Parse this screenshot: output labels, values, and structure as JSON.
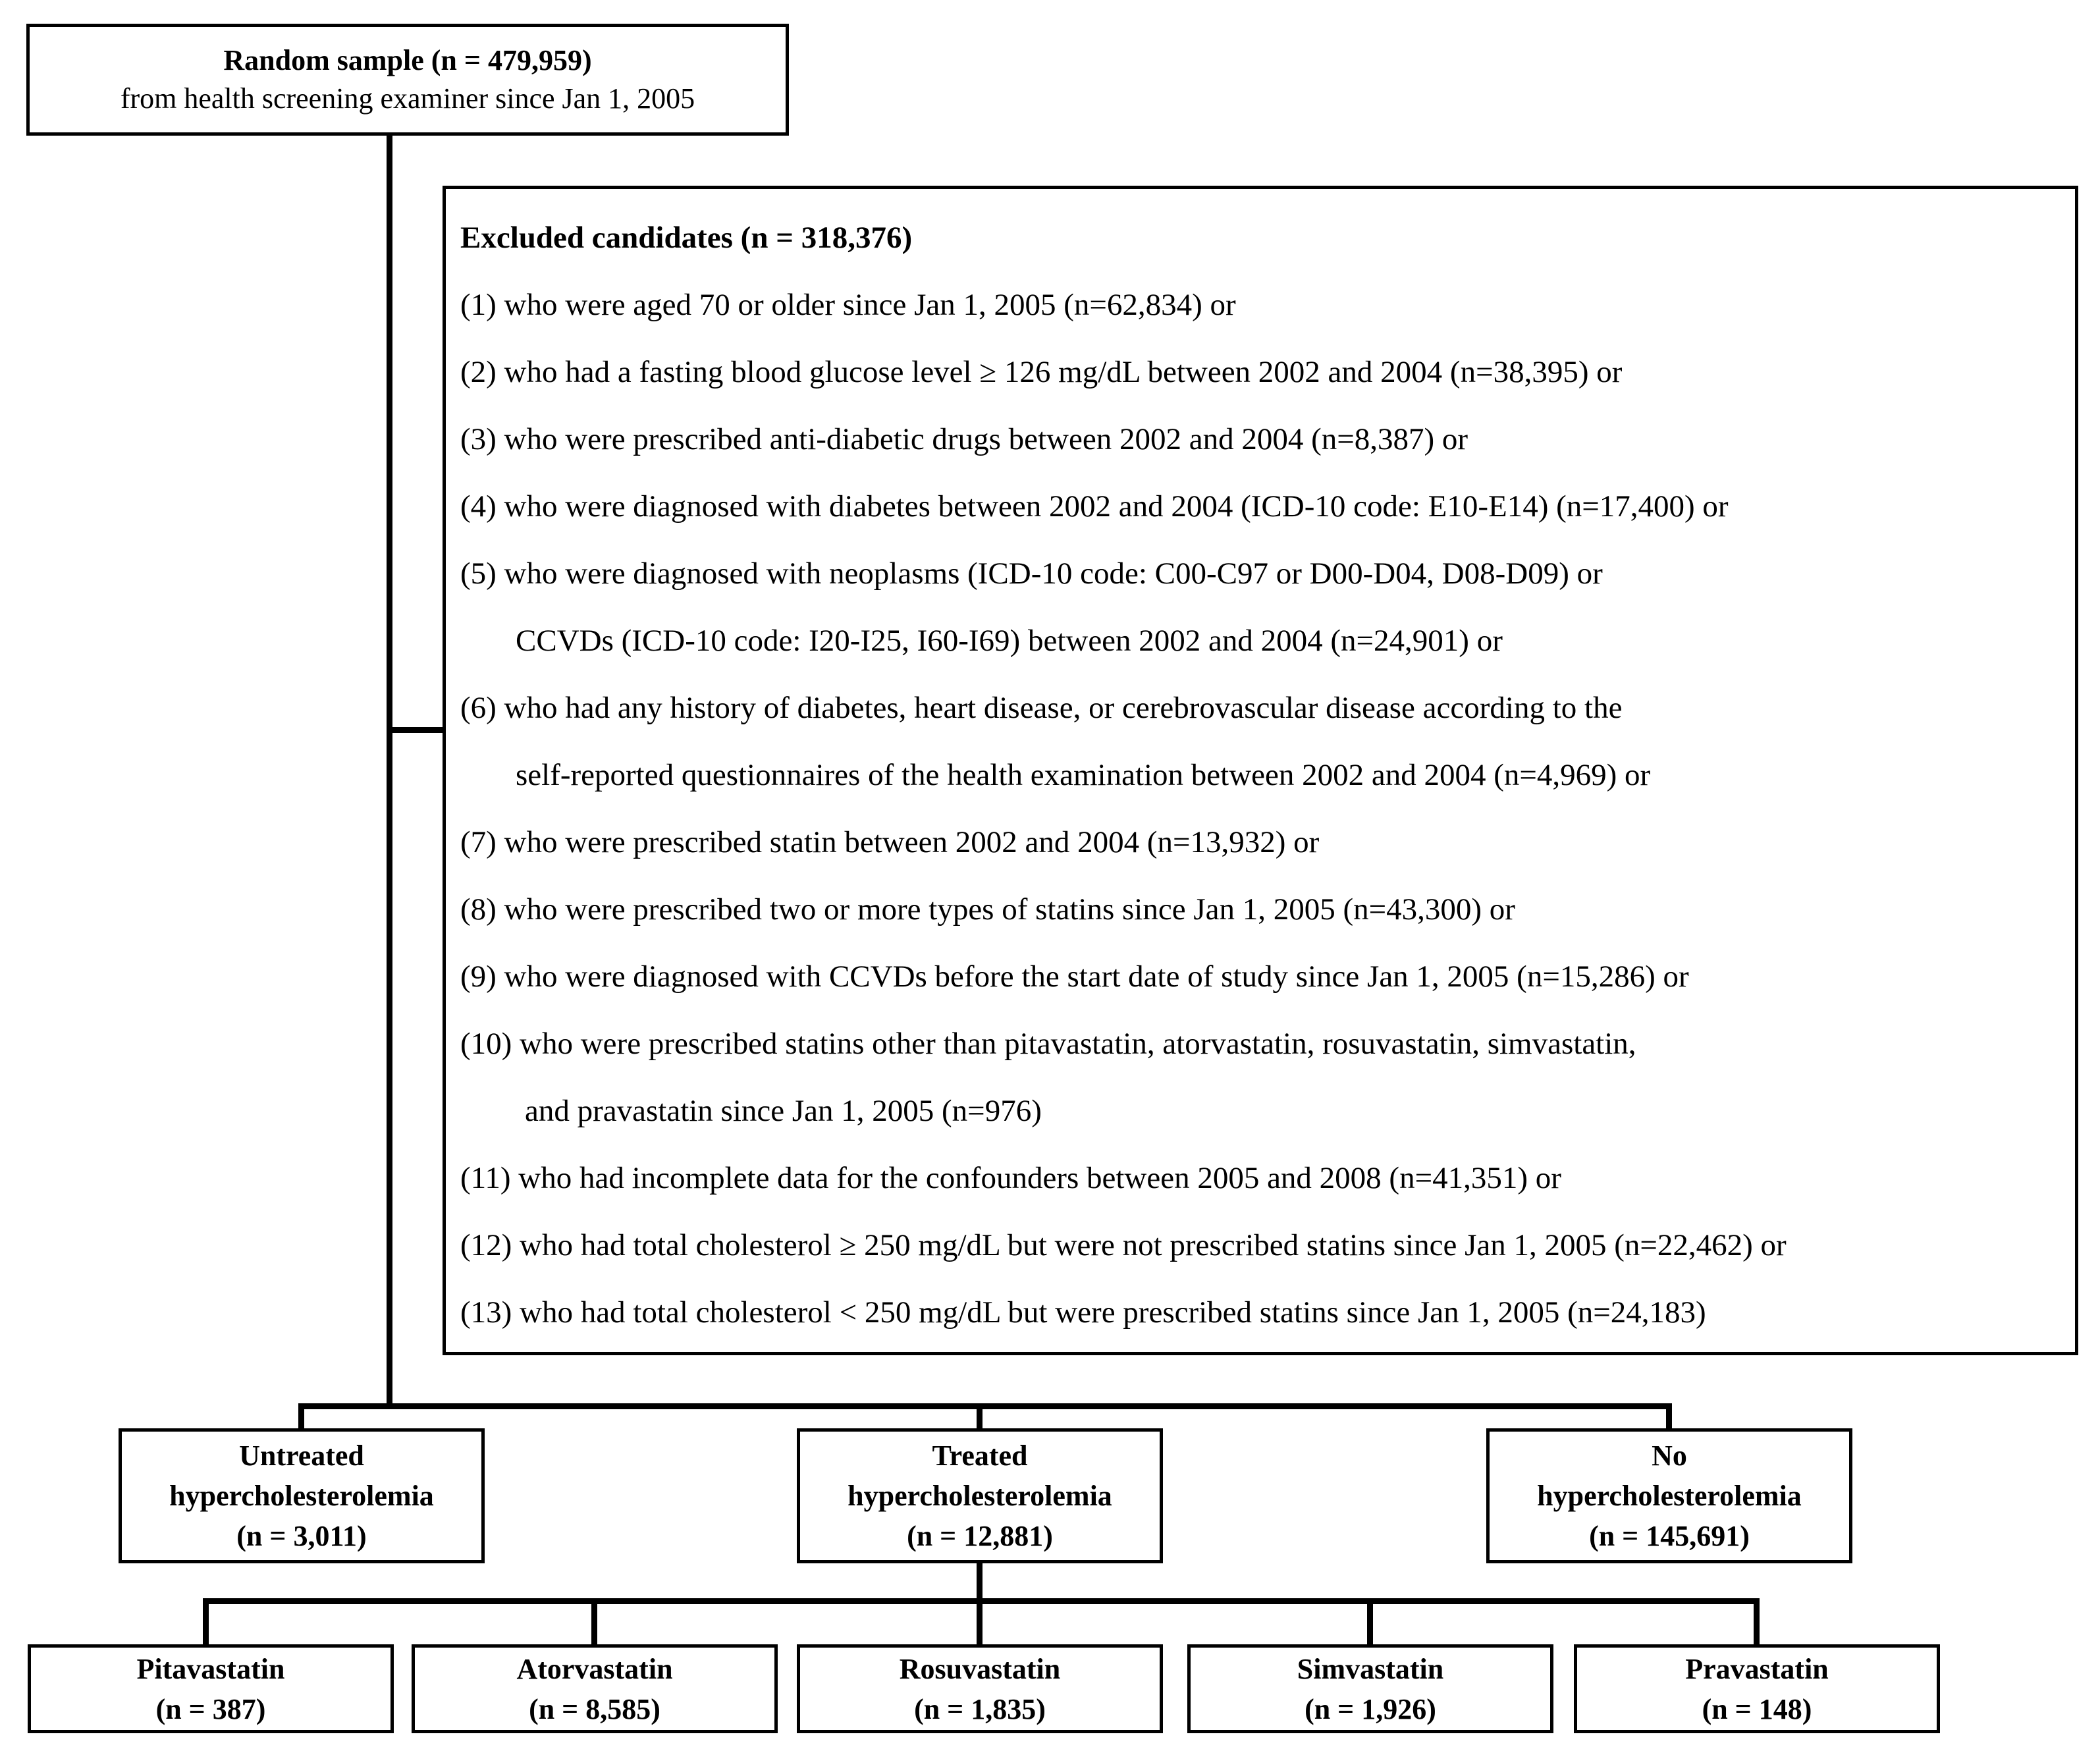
{
  "root": {
    "title": "Random sample (n = 479,959)",
    "subtitle": "from health screening examiner since Jan 1, 2005"
  },
  "excluded": {
    "title": "Excluded candidates (n = 318,376)",
    "rows": [
      "(1) who were aged 70 or older since Jan 1, 2005 (n=62,834) or",
      "(2) who had a fasting blood glucose level ≥ 126 mg/dL between 2002 and 2004 (n=38,395) or",
      "(3) who were prescribed anti-diabetic drugs between 2002 and 2004 (n=8,387) or",
      "(4) who were diagnosed with diabetes between 2002 and 2004 (ICD-10 code: E10-E14) (n=17,400) or",
      "(5) who were diagnosed with neoplasms (ICD-10 code: C00-C97 or D00-D04, D08-D09) or",
      "CCVDs (ICD-10 code: I20-I25, I60-I69) between 2002 and 2004 (n=24,901) or",
      "(6) who had any history of diabetes, heart disease, or cerebrovascular disease according to the",
      "self-reported questionnaires of the health examination between 2002 and 2004 (n=4,969) or",
      "(7) who were prescribed statin between 2002 and 2004 (n=13,932) or",
      "(8) who were prescribed two or more types of statins since Jan 1, 2005 (n=43,300) or",
      "(9) who were diagnosed with CCVDs before the start date of study since Jan 1, 2005 (n=15,286) or",
      "(10) who were prescribed statins other than pitavastatin, atorvastatin, rosuvastatin, simvastatin,",
      "and pravastatin since Jan 1, 2005 (n=976)",
      "(11) who had incomplete data for the confounders between 2005 and 2008 (n=41,351) or",
      "(12) who had total cholesterol ≥ 250 mg/dL but were not prescribed statins since Jan 1, 2005 (n=22,462) or",
      "(13) who had total cholesterol < 250 mg/dL but were prescribed statins since Jan 1, 2005 (n=24,183)"
    ]
  },
  "groups": [
    {
      "line1": "Untreated",
      "line2": "hypercholesterolemia",
      "count": "(n = 3,011)"
    },
    {
      "line1": "Treated",
      "line2": "hypercholesterolemia",
      "count": "(n = 12,881)"
    },
    {
      "line1": "No",
      "line2": "hypercholesterolemia",
      "count": "(n = 145,691)"
    }
  ],
  "statins": [
    {
      "name": "Pitavastatin",
      "count": "(n = 387)"
    },
    {
      "name": "Atorvastatin",
      "count": "(n = 8,585)"
    },
    {
      "name": "Rosuvastatin",
      "count": "(n = 1,835)"
    },
    {
      "name": "Simvastatin",
      "count": "(n = 1,926)"
    },
    {
      "name": "Pravastatin",
      "count": "(n = 148)"
    }
  ]
}
